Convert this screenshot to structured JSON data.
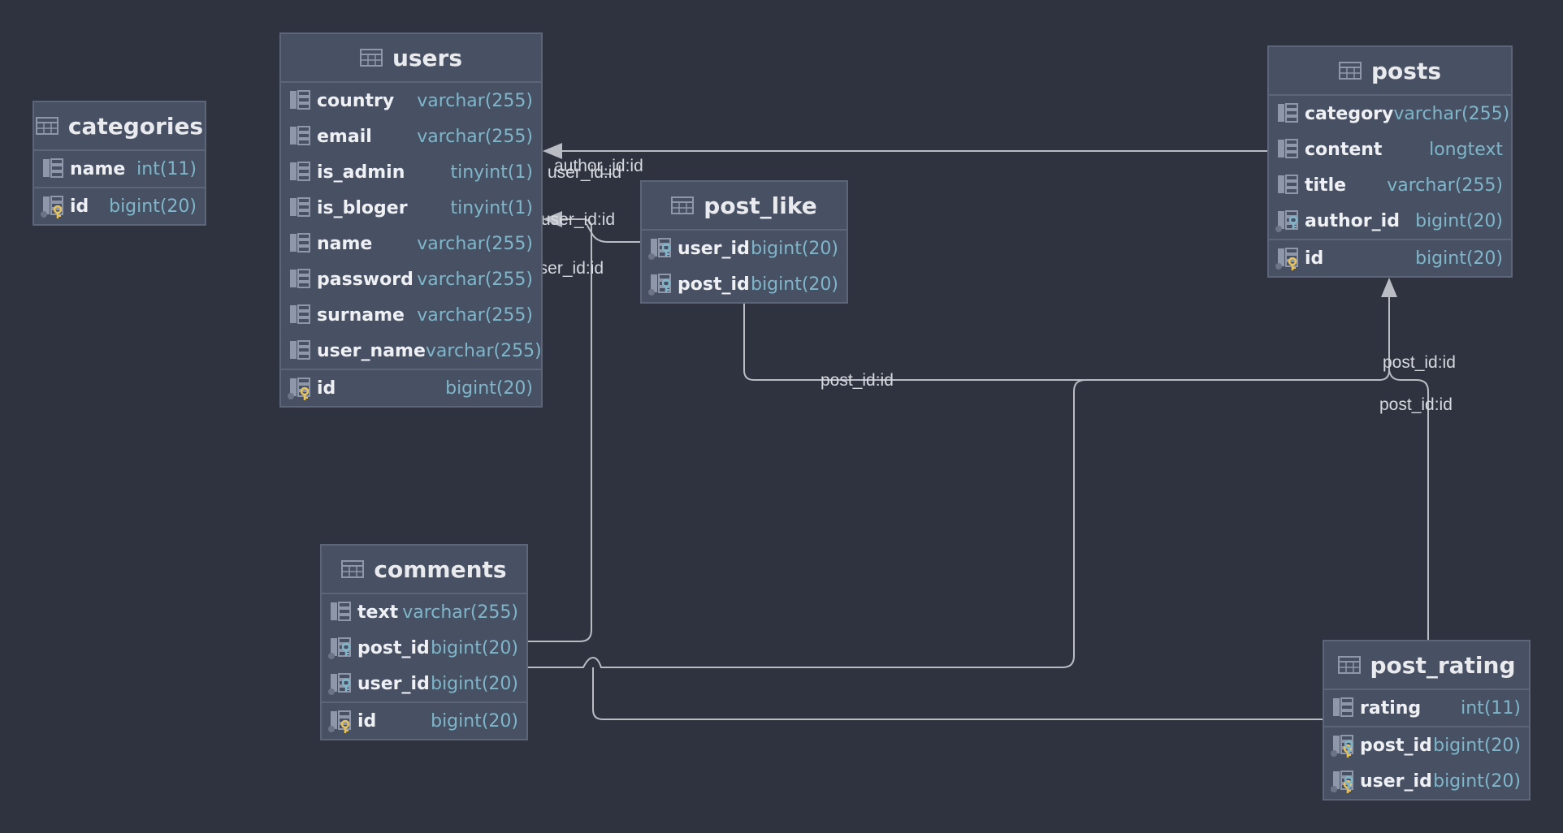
{
  "tables": {
    "users": {
      "name": "users",
      "columns": [
        {
          "name": "country",
          "type": "varchar(255)",
          "kind": "column"
        },
        {
          "name": "email",
          "type": "varchar(255)",
          "kind": "column"
        },
        {
          "name": "is_admin",
          "type": "tinyint(1)",
          "kind": "column"
        },
        {
          "name": "is_bloger",
          "type": "tinyint(1)",
          "kind": "column"
        },
        {
          "name": "name",
          "type": "varchar(255)",
          "kind": "column"
        },
        {
          "name": "password",
          "type": "varchar(255)",
          "kind": "column"
        },
        {
          "name": "surname",
          "type": "varchar(255)",
          "kind": "column"
        },
        {
          "name": "user_name",
          "type": "varchar(255)",
          "kind": "column"
        }
      ],
      "keys": [
        {
          "name": "id",
          "type": "bigint(20)",
          "kind": "primary-key"
        }
      ]
    },
    "categories": {
      "name": "categories",
      "columns": [
        {
          "name": "name",
          "type": "int(11)",
          "kind": "column"
        }
      ],
      "keys": [
        {
          "name": "id",
          "type": "bigint(20)",
          "kind": "primary-key"
        }
      ]
    },
    "posts": {
      "name": "posts",
      "columns": [
        {
          "name": "category",
          "type": "varchar(255)",
          "kind": "column"
        },
        {
          "name": "content",
          "type": "longtext",
          "kind": "column"
        },
        {
          "name": "title",
          "type": "varchar(255)",
          "kind": "column"
        },
        {
          "name": "author_id",
          "type": "bigint(20)",
          "kind": "foreign-key"
        }
      ],
      "keys": [
        {
          "name": "id",
          "type": "bigint(20)",
          "kind": "primary-key"
        }
      ]
    },
    "post_like": {
      "name": "post_like",
      "columns": [
        {
          "name": "user_id",
          "type": "bigint(20)",
          "kind": "foreign-key"
        },
        {
          "name": "post_id",
          "type": "bigint(20)",
          "kind": "foreign-key"
        }
      ],
      "keys": []
    },
    "comments": {
      "name": "comments",
      "columns": [
        {
          "name": "text",
          "type": "varchar(255)",
          "kind": "column"
        },
        {
          "name": "post_id",
          "type": "bigint(20)",
          "kind": "foreign-key"
        },
        {
          "name": "user_id",
          "type": "bigint(20)",
          "kind": "foreign-key"
        }
      ],
      "keys": [
        {
          "name": "id",
          "type": "bigint(20)",
          "kind": "primary-key"
        }
      ]
    },
    "post_rating": {
      "name": "post_rating",
      "columns": [
        {
          "name": "rating",
          "type": "int(11)",
          "kind": "column"
        }
      ],
      "keys": [
        {
          "name": "post_id",
          "type": "bigint(20)",
          "kind": "primary-foreign-key"
        },
        {
          "name": "user_id",
          "type": "bigint(20)",
          "kind": "primary-foreign-key"
        }
      ]
    }
  },
  "relations": [
    {
      "label": "author_id:id",
      "from": "posts.author_id",
      "to": "users.id"
    },
    {
      "label": "user_id:id",
      "from": "post_like.user_id",
      "to": "users.id"
    },
    {
      "label": "user_id:id",
      "from": "comments.user_id",
      "to": "users.id"
    },
    {
      "label": "user_id:id",
      "from": "post_rating.user_id",
      "to": "users.id"
    },
    {
      "label": "post_id:id",
      "from": "post_like.post_id",
      "to": "posts.id"
    },
    {
      "label": "post_id:id",
      "from": "comments.post_id",
      "to": "posts.id"
    },
    {
      "label": "post_id:id",
      "from": "post_rating.post_id",
      "to": "posts.id"
    }
  ],
  "colors": {
    "background": "#2e333f",
    "table_fill": "#485164",
    "table_border": "#5d6679",
    "column_type": "#7fb6c9",
    "key_gold": "#e8c25a",
    "fk_teal": "#7fb6c9",
    "link": "#b9bcc2"
  },
  "icons": {
    "table": "table-icon",
    "column": "column-icon",
    "primary_key": "primary-key-icon",
    "foreign_key": "foreign-key-icon"
  }
}
